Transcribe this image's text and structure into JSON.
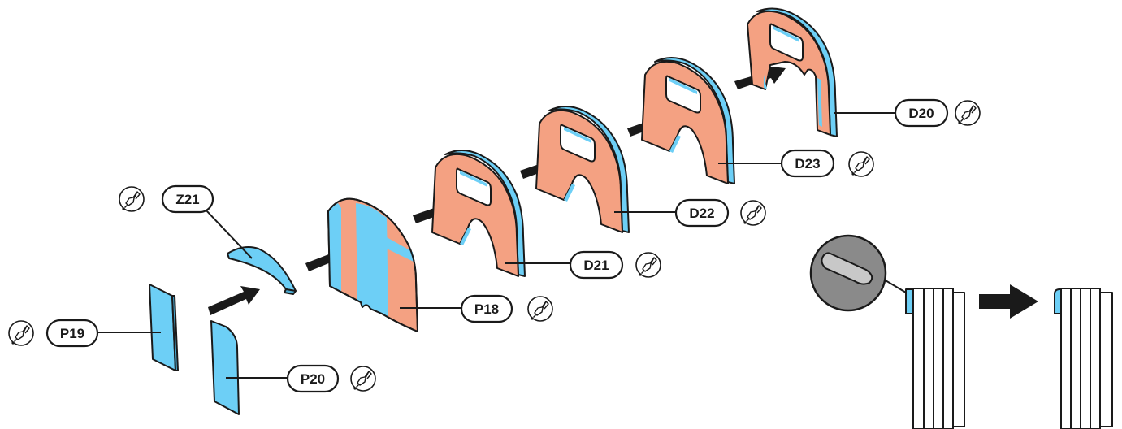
{
  "colors": {
    "salmon": "#F4A182",
    "blue": "#6DCFF6",
    "ink": "#1A1A1A",
    "grey": "#7A7A7A"
  },
  "icons": {
    "glue": "glue-bottle-icon",
    "arrow": "assembly-arrow-icon",
    "magnifier": "detail-magnifier-icon"
  },
  "parts": [
    {
      "id": "Z21",
      "label": "Z21",
      "color": "blue"
    },
    {
      "id": "P18",
      "label": "P18",
      "color": "salmon"
    },
    {
      "id": "P19",
      "label": "P19",
      "color": "blue"
    },
    {
      "id": "P20",
      "label": "P20",
      "color": "blue"
    },
    {
      "id": "D21",
      "label": "D21",
      "color": "salmon"
    },
    {
      "id": "D22",
      "label": "D22",
      "color": "salmon"
    },
    {
      "id": "D23",
      "label": "D23",
      "color": "salmon"
    },
    {
      "id": "D20",
      "label": "D20",
      "color": "salmon"
    }
  ]
}
